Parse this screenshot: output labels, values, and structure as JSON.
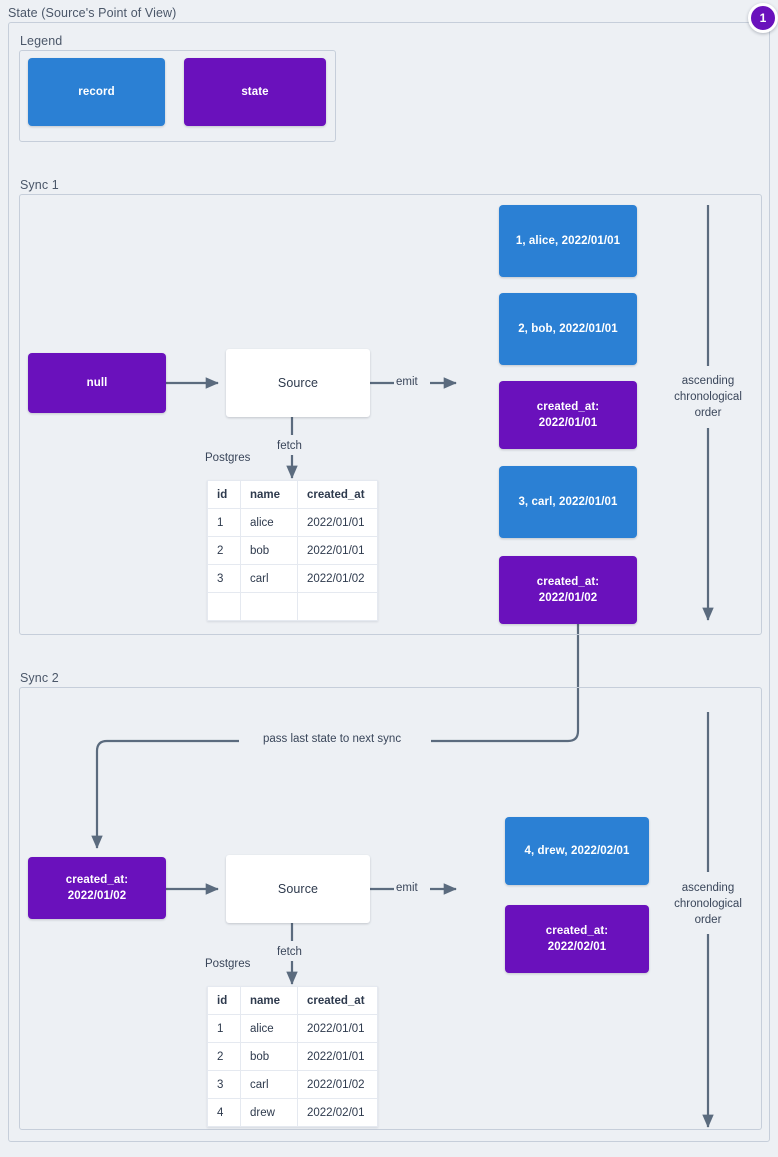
{
  "diagram": {
    "title": "State (Source's Point of View)",
    "badge": "1",
    "colors": {
      "record": "#2B80D4",
      "state": "#6A11BC",
      "background": "#EDF0F4",
      "border": "#C6CEDA",
      "wire": "#5B6B7E"
    }
  },
  "legend": {
    "label": "Legend",
    "items": [
      {
        "label": "record",
        "kind": "record"
      },
      {
        "label": "state",
        "kind": "state"
      }
    ]
  },
  "sync1": {
    "label": "Sync 1",
    "input_state": "null",
    "source_label": "Source",
    "emit_label": "emit",
    "fetch_label": "fetch",
    "db_label": "Postgres",
    "order_label": "ascending\nchronological\norder",
    "table": {
      "columns": [
        "id",
        "name",
        "created_at"
      ],
      "rows": [
        [
          "1",
          "alice",
          "2022/01/01"
        ],
        [
          "2",
          "bob",
          "2022/01/01"
        ],
        [
          "3",
          "carl",
          "2022/01/02"
        ],
        [
          "",
          "",
          ""
        ]
      ]
    },
    "emitted": [
      {
        "kind": "record",
        "text": "1, alice, 2022/01/01"
      },
      {
        "kind": "record",
        "text": "2, bob, 2022/01/01"
      },
      {
        "kind": "state",
        "text": "created_at:\n2022/01/01"
      },
      {
        "kind": "record",
        "text": "3, carl, 2022/01/01"
      },
      {
        "kind": "state",
        "text": "created_at:\n2022/01/02"
      }
    ]
  },
  "sync2": {
    "label": "Sync 2",
    "pass_state_label": "pass last state to next sync",
    "input_state": "created_at:\n2022/01/02",
    "source_label": "Source",
    "emit_label": "emit",
    "fetch_label": "fetch",
    "db_label": "Postgres",
    "order_label": "ascending\nchronological\norder",
    "table": {
      "columns": [
        "id",
        "name",
        "created_at"
      ],
      "rows": [
        [
          "1",
          "alice",
          "2022/01/01"
        ],
        [
          "2",
          "bob",
          "2022/01/01"
        ],
        [
          "3",
          "carl",
          "2022/01/02"
        ],
        [
          "4",
          "drew",
          "2022/02/01"
        ]
      ]
    },
    "emitted": [
      {
        "kind": "record",
        "text": "4, drew, 2022/02/01"
      },
      {
        "kind": "state",
        "text": "created_at:\n2022/02/01"
      }
    ]
  }
}
